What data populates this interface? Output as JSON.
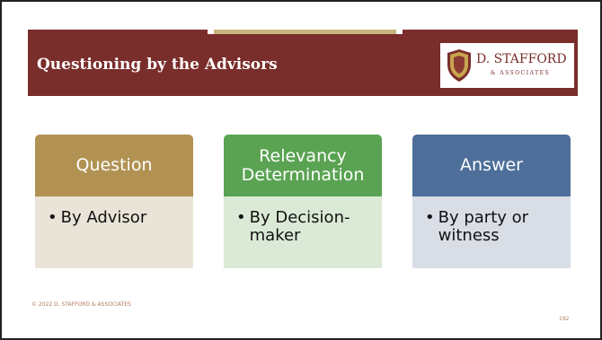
{
  "slide": {
    "title": "Questioning by the Advisors",
    "logo": {
      "name": "D. STAFFORD",
      "subtitle": "& ASSOCIATES"
    },
    "footer": "© 2022 D. STAFFORD & ASSOCIATES",
    "page_number": "192"
  },
  "colors": {
    "title_bar": "#7a2e2b",
    "top_bar_left": "#7a2e2b",
    "top_bar_middle": "#c9b47e",
    "top_bar_right": "#7a2e2b"
  },
  "columns": [
    {
      "header": "Question",
      "body": "By Advisor",
      "header_color": "#b19253",
      "body_color": "#eae4d8"
    },
    {
      "header": "Relevancy Determination",
      "body": "By Decision-maker",
      "header_color": "#5aa352",
      "body_color": "#dbead6"
    },
    {
      "header": "Answer",
      "body": "By party or witness",
      "header_color": "#4d6f99",
      "body_color": "#d8dde6"
    }
  ]
}
